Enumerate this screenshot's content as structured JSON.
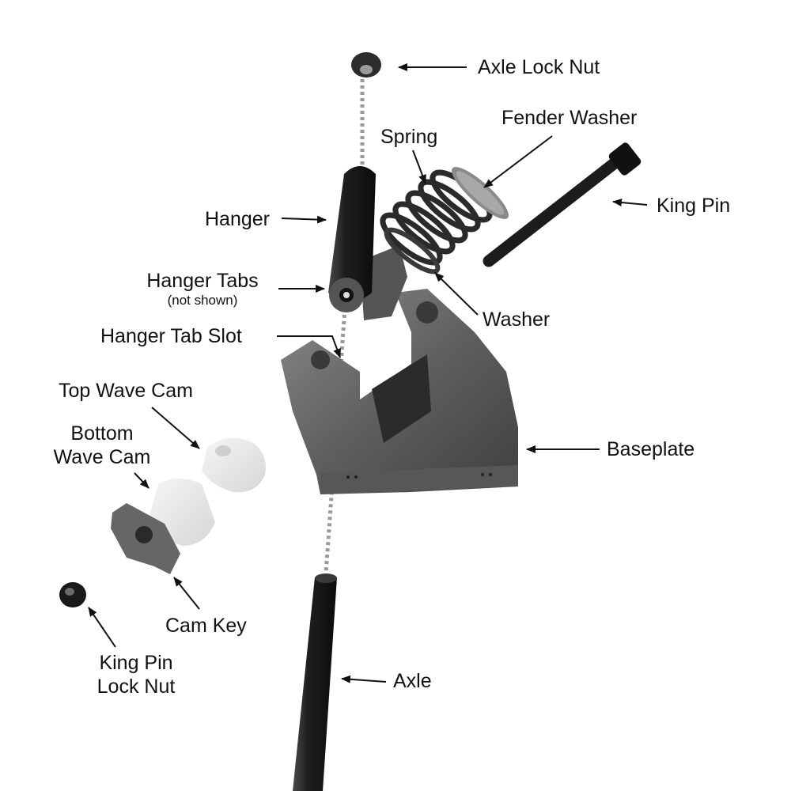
{
  "colors": {
    "background": "#ffffff",
    "text": "#111111",
    "arrow": "#111111",
    "dark_part": "#1e1e1e",
    "metal_part": "#6d6d6d",
    "cam_part": "#e9e9e9",
    "dotted_guide": "#9a9a9a"
  },
  "labels": {
    "axle_lock_nut": "Axle Lock Nut",
    "fender_washer": "Fender Washer",
    "spring": "Spring",
    "king_pin": "King Pin",
    "hanger": "Hanger",
    "hanger_tabs": "Hanger Tabs",
    "hanger_tabs_note": "(not shown)",
    "washer": "Washer",
    "hanger_tab_slot": "Hanger Tab Slot",
    "top_wave_cam": "Top Wave Cam",
    "bottom_wave_cam_line1": "Bottom",
    "bottom_wave_cam_line2": "Wave Cam",
    "baseplate": "Baseplate",
    "cam_key": "Cam Key",
    "king_pin_lock_nut_line1": "King Pin",
    "king_pin_lock_nut_line2": "Lock Nut",
    "axle": "Axle"
  },
  "parts": [
    {
      "name": "axle-lock-nut",
      "icon": "hex-nut-icon"
    },
    {
      "name": "fender-washer",
      "icon": "disc-icon"
    },
    {
      "name": "spring",
      "icon": "coil-spring-icon"
    },
    {
      "name": "king-pin",
      "icon": "pin-icon"
    },
    {
      "name": "hanger",
      "icon": "hanger-icon"
    },
    {
      "name": "washer",
      "icon": "ring-icon"
    },
    {
      "name": "baseplate",
      "icon": "baseplate-icon"
    },
    {
      "name": "top-wave-cam",
      "icon": "cam-icon"
    },
    {
      "name": "bottom-wave-cam",
      "icon": "cam-icon"
    },
    {
      "name": "cam-key",
      "icon": "key-icon"
    },
    {
      "name": "king-pin-lock-nut",
      "icon": "hex-nut-icon"
    },
    {
      "name": "axle",
      "icon": "rod-icon"
    }
  ]
}
